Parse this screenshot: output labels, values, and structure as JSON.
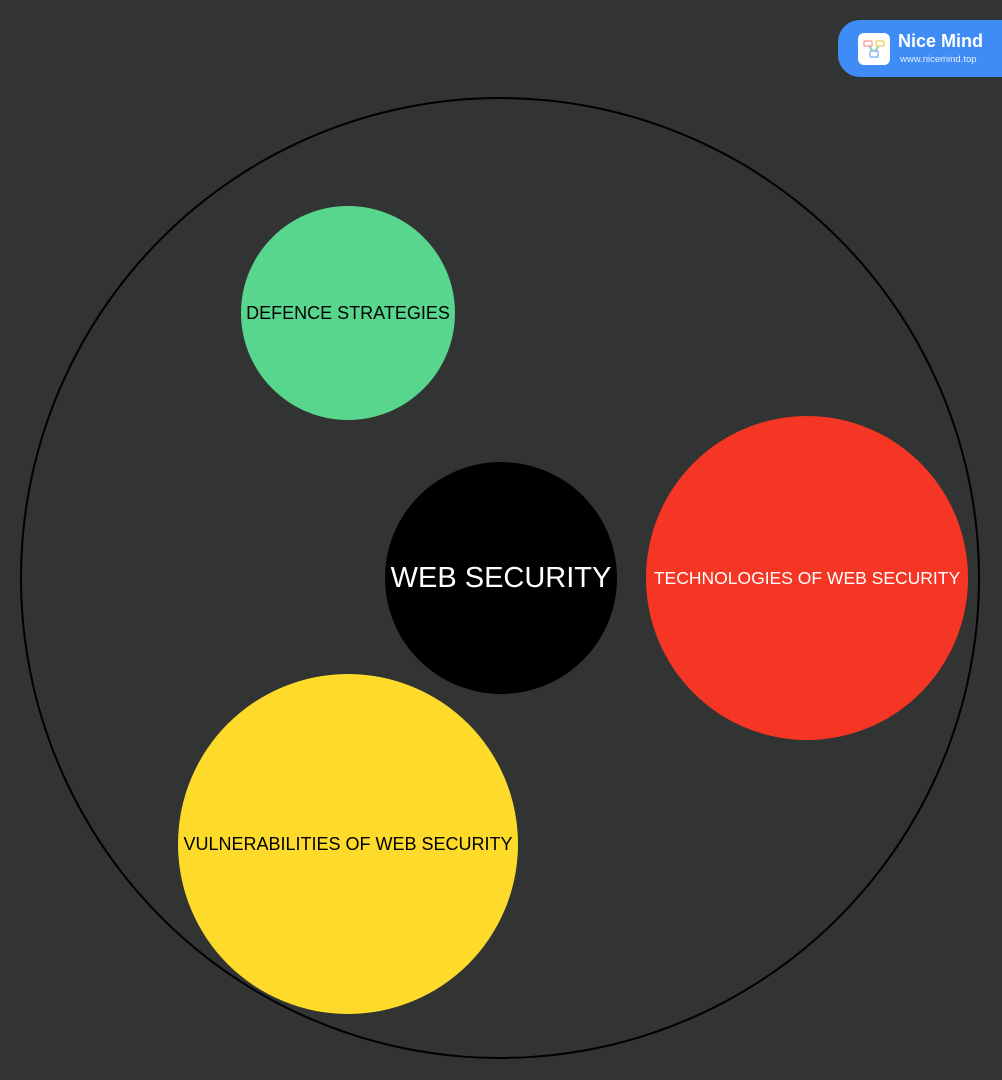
{
  "diagram": {
    "center": {
      "label": "WEB SECURITY",
      "color": "#000000",
      "text_color": "#ffffff"
    },
    "topics": [
      {
        "label": "DEFENCE STRATEGIES",
        "color": "#58d68d",
        "text_color": "#000000"
      },
      {
        "label": "TECHNOLOGIES OF WEB SECURITY",
        "color": "#f53624",
        "text_color": "#ffffff"
      },
      {
        "label": "VULNERABILITIES OF WEB SECURITY",
        "color": "#fedb2b",
        "text_color": "#000000"
      }
    ],
    "background_color": "#313432",
    "ring_color": "#000000"
  },
  "brand": {
    "name": "Nice Mind",
    "url": "www.nicemind.top",
    "color": "#3f8cf6",
    "icon": "mindmap-logo-icon"
  }
}
